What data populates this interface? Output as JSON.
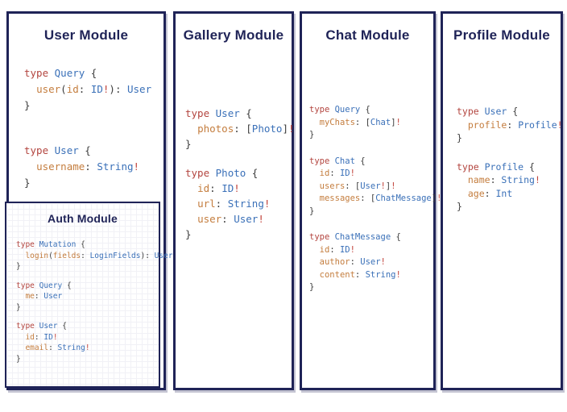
{
  "colors": {
    "navy": "#1f2357",
    "keyword": "#b3453f",
    "type": "#3a70b8",
    "field": "#c47d3e",
    "punct": "#3c3c3c",
    "bang": "#c2443c"
  },
  "panels": [
    {
      "id": "user",
      "title": "User Module",
      "code": [
        [
          [
            [
              "k",
              "type "
            ],
            [
              "t",
              "Query "
            ],
            [
              "p",
              "{"
            ]
          ],
          [
            [
              "p",
              "  "
            ],
            [
              "f",
              "user"
            ],
            [
              "p",
              "("
            ],
            [
              "f",
              "id"
            ],
            [
              "p",
              ": "
            ],
            [
              "t",
              "ID"
            ],
            [
              "b",
              "!"
            ],
            [
              "p",
              "): "
            ],
            [
              "t",
              "User"
            ]
          ],
          [
            [
              "p",
              "}"
            ]
          ]
        ],
        [
          [
            [
              "k",
              "type "
            ],
            [
              "t",
              "User "
            ],
            [
              "p",
              "{"
            ]
          ],
          [
            [
              "p",
              "  "
            ],
            [
              "f",
              "username"
            ],
            [
              "p",
              ": "
            ],
            [
              "t",
              "String"
            ],
            [
              "b",
              "!"
            ]
          ],
          [
            [
              "p",
              "}"
            ]
          ]
        ]
      ]
    },
    {
      "id": "auth",
      "title": "Auth Module",
      "code": [
        [
          [
            [
              "k",
              "type "
            ],
            [
              "t",
              "Mutation "
            ],
            [
              "p",
              "{"
            ]
          ],
          [
            [
              "p",
              "  "
            ],
            [
              "f",
              "login"
            ],
            [
              "p",
              "("
            ],
            [
              "f",
              "fields"
            ],
            [
              "p",
              ": "
            ],
            [
              "t",
              "LoginFields"
            ],
            [
              "p",
              "): "
            ],
            [
              "t",
              "User"
            ]
          ],
          [
            [
              "p",
              "}"
            ]
          ]
        ],
        [
          [
            [
              "k",
              "type "
            ],
            [
              "t",
              "Query "
            ],
            [
              "p",
              "{"
            ]
          ],
          [
            [
              "p",
              "  "
            ],
            [
              "f",
              "me"
            ],
            [
              "p",
              ": "
            ],
            [
              "t",
              "User"
            ]
          ],
          [
            [
              "p",
              "}"
            ]
          ]
        ],
        [
          [
            [
              "k",
              "type "
            ],
            [
              "t",
              "User "
            ],
            [
              "p",
              "{"
            ]
          ],
          [
            [
              "p",
              "  "
            ],
            [
              "f",
              "id"
            ],
            [
              "p",
              ": "
            ],
            [
              "t",
              "ID"
            ],
            [
              "b",
              "!"
            ]
          ],
          [
            [
              "p",
              "  "
            ],
            [
              "f",
              "email"
            ],
            [
              "p",
              ": "
            ],
            [
              "t",
              "String"
            ],
            [
              "b",
              "!"
            ]
          ],
          [
            [
              "p",
              "}"
            ]
          ]
        ]
      ]
    },
    {
      "id": "gallery",
      "title": "Gallery Module",
      "code": [
        [
          [
            [
              "k",
              "type "
            ],
            [
              "t",
              "User "
            ],
            [
              "p",
              "{"
            ]
          ],
          [
            [
              "p",
              "  "
            ],
            [
              "f",
              "photos"
            ],
            [
              "p",
              ": ["
            ],
            [
              "t",
              "Photo"
            ],
            [
              "p",
              "]"
            ],
            [
              "b",
              "!"
            ]
          ],
          [
            [
              "p",
              "}"
            ]
          ]
        ],
        [
          [
            [
              "k",
              "type "
            ],
            [
              "t",
              "Photo "
            ],
            [
              "p",
              "{"
            ]
          ],
          [
            [
              "p",
              "  "
            ],
            [
              "f",
              "id"
            ],
            [
              "p",
              ": "
            ],
            [
              "t",
              "ID"
            ],
            [
              "b",
              "!"
            ]
          ],
          [
            [
              "p",
              "  "
            ],
            [
              "f",
              "url"
            ],
            [
              "p",
              ": "
            ],
            [
              "t",
              "String"
            ],
            [
              "b",
              "!"
            ]
          ],
          [
            [
              "p",
              "  "
            ],
            [
              "f",
              "user"
            ],
            [
              "p",
              ": "
            ],
            [
              "t",
              "User"
            ],
            [
              "b",
              "!"
            ]
          ],
          [
            [
              "p",
              "}"
            ]
          ]
        ]
      ]
    },
    {
      "id": "chat",
      "title": "Chat Module",
      "code": [
        [
          [
            [
              "k",
              "type "
            ],
            [
              "t",
              "Query "
            ],
            [
              "p",
              "{"
            ]
          ],
          [
            [
              "p",
              "  "
            ],
            [
              "f",
              "myChats"
            ],
            [
              "p",
              ": ["
            ],
            [
              "t",
              "Chat"
            ],
            [
              "p",
              "]"
            ],
            [
              "b",
              "!"
            ]
          ],
          [
            [
              "p",
              "}"
            ]
          ]
        ],
        [
          [
            [
              "k",
              "type "
            ],
            [
              "t",
              "Chat "
            ],
            [
              "p",
              "{"
            ]
          ],
          [
            [
              "p",
              "  "
            ],
            [
              "f",
              "id"
            ],
            [
              "p",
              ": "
            ],
            [
              "t",
              "ID"
            ],
            [
              "b",
              "!"
            ]
          ],
          [
            [
              "p",
              "  "
            ],
            [
              "f",
              "users"
            ],
            [
              "p",
              ": ["
            ],
            [
              "t",
              "User"
            ],
            [
              "b",
              "!"
            ],
            [
              "p",
              "]"
            ],
            [
              "b",
              "!"
            ]
          ],
          [
            [
              "p",
              "  "
            ],
            [
              "f",
              "messages"
            ],
            [
              "p",
              ": ["
            ],
            [
              "t",
              "ChatMessage"
            ],
            [
              "p",
              "]"
            ],
            [
              "b",
              "!"
            ]
          ],
          [
            [
              "p",
              "}"
            ]
          ]
        ],
        [
          [
            [
              "k",
              "type "
            ],
            [
              "t",
              "ChatMessage "
            ],
            [
              "p",
              "{"
            ]
          ],
          [
            [
              "p",
              "  "
            ],
            [
              "f",
              "id"
            ],
            [
              "p",
              ": "
            ],
            [
              "t",
              "ID"
            ],
            [
              "b",
              "!"
            ]
          ],
          [
            [
              "p",
              "  "
            ],
            [
              "f",
              "author"
            ],
            [
              "p",
              ": "
            ],
            [
              "t",
              "User"
            ],
            [
              "b",
              "!"
            ]
          ],
          [
            [
              "p",
              "  "
            ],
            [
              "f",
              "content"
            ],
            [
              "p",
              ": "
            ],
            [
              "t",
              "String"
            ],
            [
              "b",
              "!"
            ]
          ],
          [
            [
              "p",
              "}"
            ]
          ]
        ]
      ]
    },
    {
      "id": "profile",
      "title": "Profile Module",
      "code": [
        [
          [
            [
              "k",
              "type "
            ],
            [
              "t",
              "User "
            ],
            [
              "p",
              "{"
            ]
          ],
          [
            [
              "p",
              "  "
            ],
            [
              "f",
              "profile"
            ],
            [
              "p",
              ": "
            ],
            [
              "t",
              "Profile"
            ],
            [
              "b",
              "!"
            ]
          ],
          [
            [
              "p",
              "}"
            ]
          ]
        ],
        [
          [
            [
              "k",
              "type "
            ],
            [
              "t",
              "Profile "
            ],
            [
              "p",
              "{"
            ]
          ],
          [
            [
              "p",
              "  "
            ],
            [
              "f",
              "name"
            ],
            [
              "p",
              ": "
            ],
            [
              "t",
              "String"
            ],
            [
              "b",
              "!"
            ]
          ],
          [
            [
              "p",
              "  "
            ],
            [
              "f",
              "age"
            ],
            [
              "p",
              ": "
            ],
            [
              "t",
              "Int"
            ]
          ],
          [
            [
              "p",
              "}"
            ]
          ]
        ]
      ]
    }
  ]
}
